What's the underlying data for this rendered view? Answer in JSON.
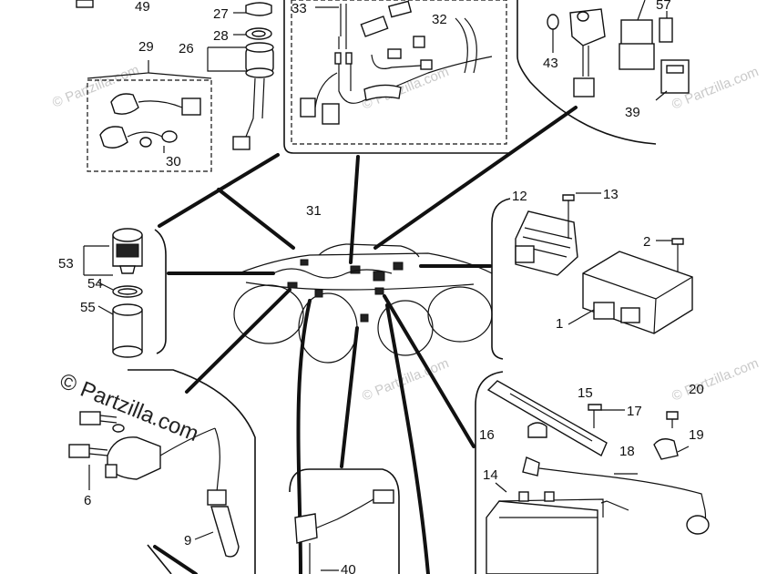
{
  "diagram": {
    "watermark_large": "© Partzilla.com",
    "watermark_small": "© Partzilla.com",
    "callouts": [
      {
        "id": "c49",
        "text": "49"
      },
      {
        "id": "c27",
        "text": "27"
      },
      {
        "id": "c28",
        "text": "28"
      },
      {
        "id": "c26",
        "text": "26"
      },
      {
        "id": "c29",
        "text": "29"
      },
      {
        "id": "c30",
        "text": "30"
      },
      {
        "id": "c33",
        "text": "33"
      },
      {
        "id": "c32",
        "text": "32"
      },
      {
        "id": "c43",
        "text": "43"
      },
      {
        "id": "c57",
        "text": "57"
      },
      {
        "id": "c39",
        "text": "39"
      },
      {
        "id": "c31",
        "text": "31"
      },
      {
        "id": "c12",
        "text": "12"
      },
      {
        "id": "c13",
        "text": "13"
      },
      {
        "id": "c2",
        "text": "2"
      },
      {
        "id": "c1",
        "text": "1"
      },
      {
        "id": "c53",
        "text": "53"
      },
      {
        "id": "c54",
        "text": "54"
      },
      {
        "id": "c55",
        "text": "55"
      },
      {
        "id": "c15",
        "text": "15"
      },
      {
        "id": "c17",
        "text": "17"
      },
      {
        "id": "c20",
        "text": "20"
      },
      {
        "id": "c16",
        "text": "16"
      },
      {
        "id": "c19",
        "text": "19"
      },
      {
        "id": "c18",
        "text": "18"
      },
      {
        "id": "c14",
        "text": "14"
      },
      {
        "id": "c6",
        "text": "6"
      },
      {
        "id": "c9",
        "text": "9"
      },
      {
        "id": "c40",
        "text": "40"
      }
    ]
  }
}
